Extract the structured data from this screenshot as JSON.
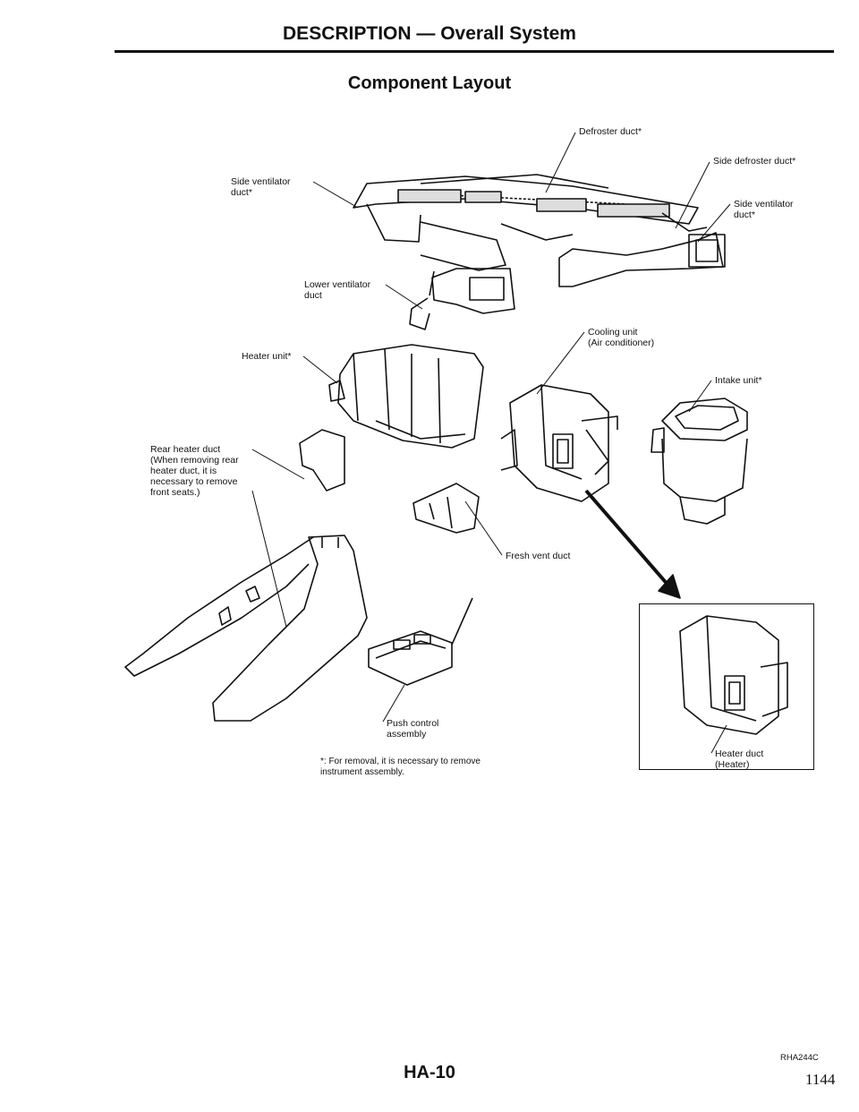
{
  "header": {
    "title": "DESCRIPTION — Overall System"
  },
  "section": {
    "title": "Component Layout"
  },
  "labels": {
    "defroster_duct": "Defroster duct*",
    "side_defroster_duct": "Side defroster duct*",
    "side_ventilator_duct_left": "Side ventilator\nduct*",
    "side_ventilator_duct_right": "Side ventilator\nduct*",
    "lower_ventilator_duct": "Lower ventilator\nduct",
    "heater_unit": "Heater unit*",
    "cooling_unit": "Cooling unit\n(Air conditioner)",
    "intake_unit": "Intake unit*",
    "rear_heater_duct": "Rear heater duct\n(When removing rear\nheater duct, it is\nnecessary to remove\nfront seats.)",
    "fresh_vent_duct": "Fresh vent duct",
    "push_control_assembly": "Push control\nassembly",
    "heater_duct": "Heater duct\n(Heater)"
  },
  "footnote": "*: For removal, it is necessary to remove\ninstrument assembly.",
  "figure_code": "RHA244C",
  "page_code": "HA-10",
  "page_number": "1144"
}
